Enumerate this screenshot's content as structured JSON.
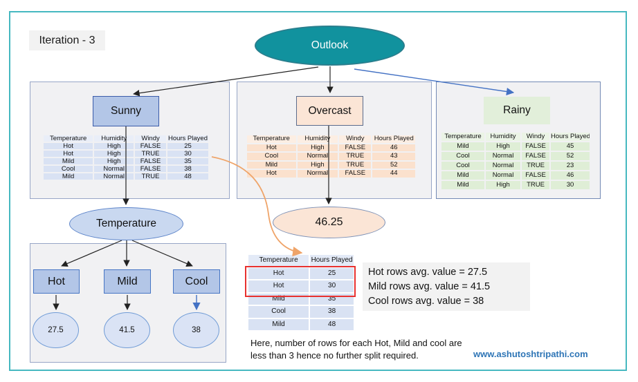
{
  "meta": {
    "iteration_label": "Iteration - 3",
    "website": "www.ashutoshtripathi.com"
  },
  "root_node": {
    "label": "Outlook"
  },
  "branches": [
    {
      "id": "sunny",
      "label": "Sunny",
      "table": {
        "headers": [
          "Temperature",
          "Humidity",
          "Windy",
          "Hours Played"
        ],
        "rows": [
          [
            "Hot",
            "High",
            "FALSE",
            "25"
          ],
          [
            "Hot",
            "High",
            "TRUE",
            "30"
          ],
          [
            "Mild",
            "High",
            "FALSE",
            "35"
          ],
          [
            "Cool",
            "Normal",
            "FALSE",
            "38"
          ],
          [
            "Mild",
            "Normal",
            "TRUE",
            "48"
          ]
        ]
      }
    },
    {
      "id": "overcast",
      "label": "Overcast",
      "table": {
        "headers": [
          "Temperature",
          "Humidity",
          "Windy",
          "Hours Played"
        ],
        "rows": [
          [
            "Hot",
            "High",
            "FALSE",
            "46"
          ],
          [
            "Cool",
            "Normal",
            "TRUE",
            "43"
          ],
          [
            "Mild",
            "High",
            "TRUE",
            "52"
          ],
          [
            "Hot",
            "Normal",
            "FALSE",
            "44"
          ]
        ]
      }
    },
    {
      "id": "rainy",
      "label": "Rainy",
      "table": {
        "headers": [
          "Temperature",
          "Humidity",
          "Windy",
          "Hours Played"
        ],
        "rows": [
          [
            "Mild",
            "High",
            "FALSE",
            "45"
          ],
          [
            "Cool",
            "Normal",
            "FALSE",
            "52"
          ],
          [
            "Cool",
            "Normal",
            "TRUE",
            "23"
          ],
          [
            "Mild",
            "Normal",
            "FALSE",
            "46"
          ],
          [
            "Mild",
            "High",
            "TRUE",
            "30"
          ]
        ]
      }
    }
  ],
  "sunny_split": {
    "node_label": "Temperature",
    "children": [
      {
        "label": "Hot",
        "avg": "27.5"
      },
      {
        "label": "Mild",
        "avg": "41.5"
      },
      {
        "label": "Cool",
        "avg": "38"
      }
    ]
  },
  "overcast_leaf": {
    "value": "46.25"
  },
  "split_detail": {
    "table": {
      "headers": [
        "Temperature",
        "Hours Played"
      ],
      "rows": [
        [
          "Hot",
          "25"
        ],
        [
          "Hot",
          "30"
        ],
        [
          "Mild",
          "35"
        ],
        [
          "Cool",
          "38"
        ],
        [
          "Mild",
          "48"
        ]
      ]
    },
    "averages": [
      "Hot rows avg. value = 27.5",
      "Mild rows avg. value = 41.5",
      "Cool rows avg. value = 38"
    ],
    "note_line1": "Here, number of rows for each Hot, Mild and cool are",
    "note_line2": "less than 3 hence no further split required."
  },
  "colors": {
    "frame_teal": "#45b8c0",
    "root_fill": "#11929e",
    "sunny_fill": "#b3c6e7",
    "overcast_fill": "#fbe5d6",
    "rainy_fill": "#e2efda",
    "blue_arrow": "#4472c4",
    "orange_arrow": "#efa469",
    "red_highlight": "#e8312f",
    "link_blue": "#2e75b6"
  }
}
